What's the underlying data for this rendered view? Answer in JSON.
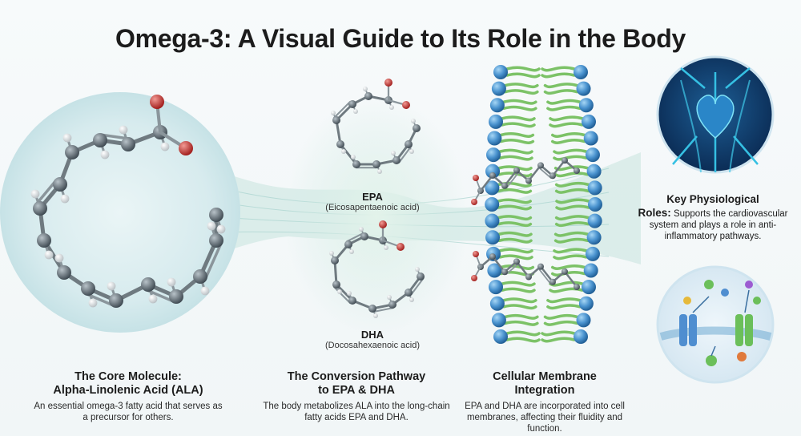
{
  "title": "Omega-3: A Visual Guide to Its Role in the Body",
  "sections": [
    {
      "heading_line1": "The Core Molecule:",
      "heading_line2": "Alpha-Linolenic Acid (ALA)",
      "body": "An essential omega-3 fatty acid that serves as a precursor for others."
    },
    {
      "heading_line1": "The Conversion Pathway",
      "heading_line2": "to EPA & DHA",
      "body": "The body metabolizes ALA into the long-chain fatty acids EPA and DHA."
    },
    {
      "heading_line1": "Cellular Membrane",
      "heading_line2": "Integration",
      "body": "EPA and DHA are incorporated into cell membranes, affecting their fluidity and function."
    }
  ],
  "molecules": {
    "epa": {
      "name": "EPA",
      "full": "(Eicosapentaenoic acid)"
    },
    "dha": {
      "name": "DHA",
      "full": "(Docosahexaenoic acid)"
    }
  },
  "roles": {
    "heading_line1": "Key Physiological",
    "heading_line2": "Roles:",
    "body": "Supports the cardiovascular system and plays a role in anti-inflammatory pathways."
  },
  "colors": {
    "carbon": "#5f6b73",
    "oxygen": "#c8322f",
    "hydrogen": "#e9ecee",
    "lipid_head": "#4a93cf",
    "lipid_tail": "#7cc267",
    "flow": "#b9dcd6"
  },
  "icons": [
    "heart-icon",
    "receptor-icon"
  ]
}
